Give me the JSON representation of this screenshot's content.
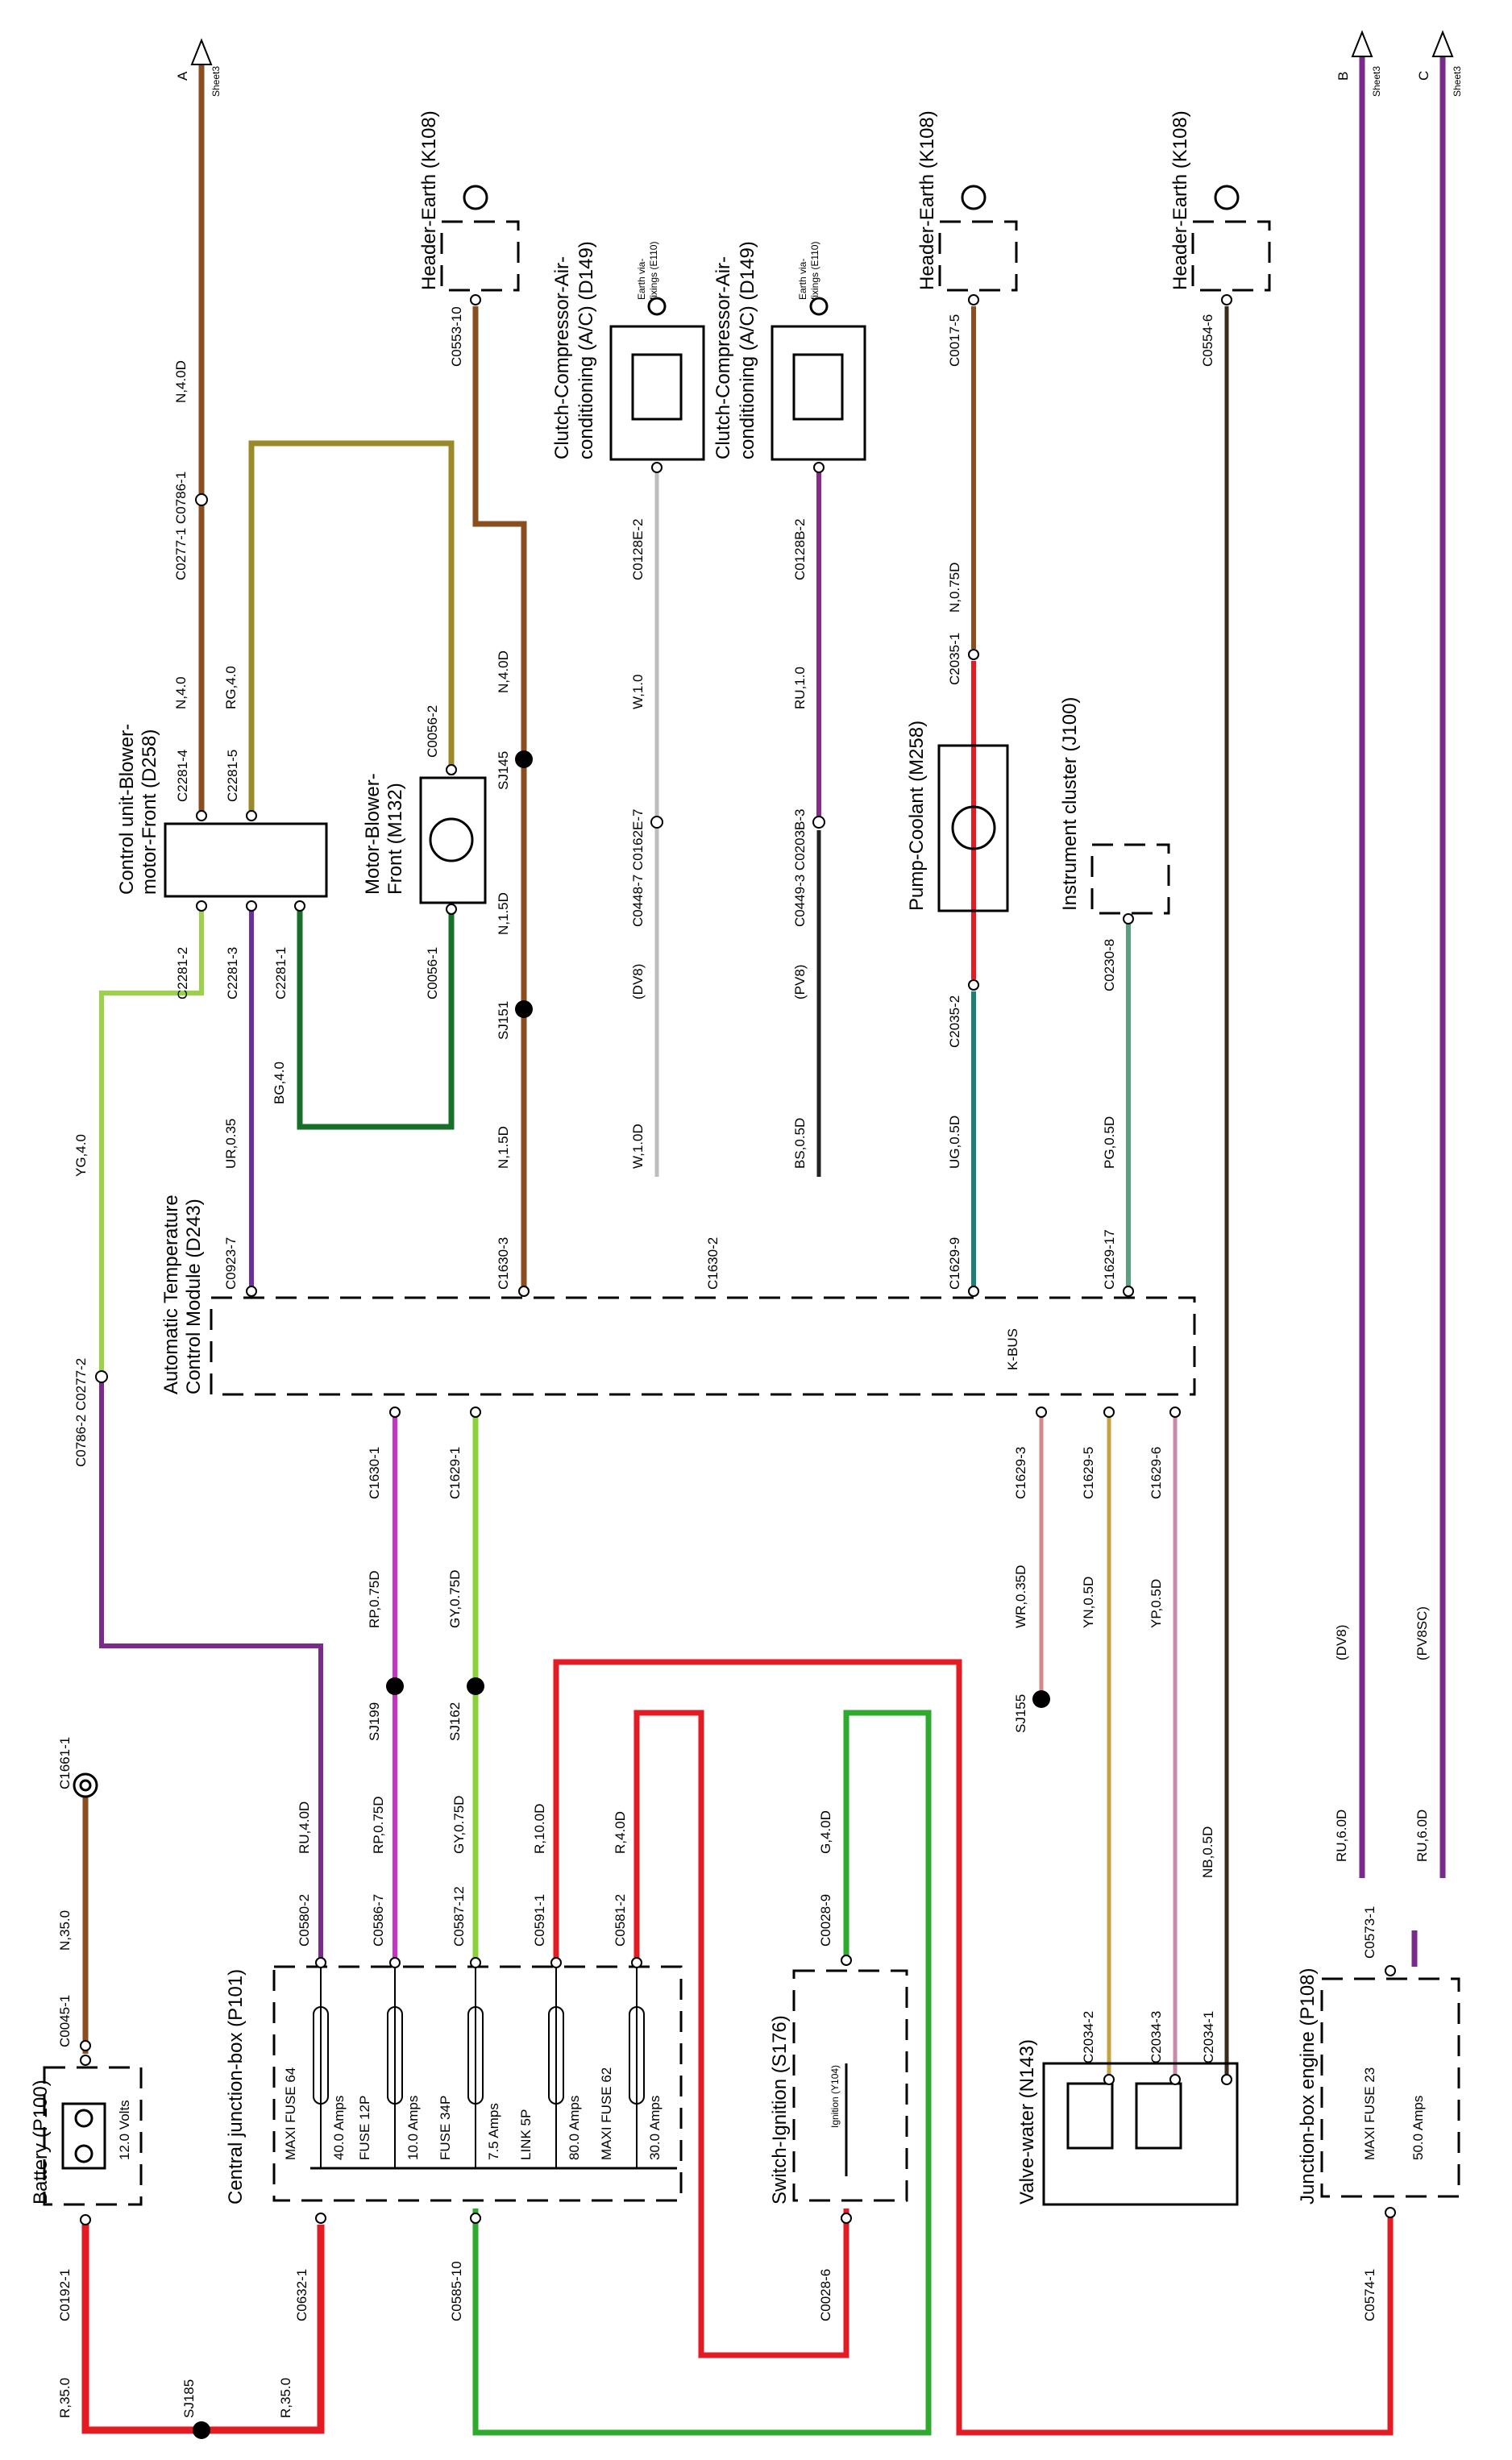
{
  "colors": {
    "red": "#e31b23",
    "brown": "#8b4e1e",
    "green": "#2eaa2e",
    "dkgreen": "#176f2a",
    "purple": "#7a2a8a",
    "violet": "#6b2fa0",
    "magenta": "#c832c8",
    "lime": "#8ad23a",
    "yg": "#9bd24a",
    "olive": "#9a8a28",
    "gray": "#bdbdbd",
    "black": "#222222",
    "teal": "#1c7f7a",
    "pgreen": "#5aa080",
    "pink": "#d48a8a",
    "tan": "#c8a040",
    "rose": "#c88aa8",
    "dkbrown": "#3a2a1a"
  },
  "offsheet": [
    {
      "letter": "A",
      "sheet": "Sheet3"
    },
    {
      "letter": "B",
      "sheet": "Sheet3"
    },
    {
      "letter": "C",
      "sheet": "Sheet3"
    }
  ],
  "components": {
    "battery": {
      "name": "Battery (P100)",
      "volts": "12.0 Volts",
      "c1": "C0192-1",
      "c2": "C0045-1",
      "earth": "C1661-1"
    },
    "cjb": {
      "name": "Central junction-box (P101)",
      "fuses": [
        {
          "name": "MAXI FUSE 64",
          "amps": "40.0 Amps",
          "conn": "C0580-2",
          "wire": "RU,4.0D"
        },
        {
          "name": "FUSE 12P",
          "amps": "10.0 Amps",
          "conn": "C0586-7",
          "wire": "RP,0.75D"
        },
        {
          "name": "FUSE 34P",
          "amps": "7.5 Amps",
          "conn": "C0587-12",
          "wire": "GY,0.75D"
        },
        {
          "name": "LINK 5P",
          "amps": "80.0 Amps",
          "conn": "C0591-1",
          "wire": "R,10.0D"
        },
        {
          "name": "MAXI FUSE 62",
          "amps": "30.0 Amps",
          "conn": "C0581-2",
          "wire": "R,4.0D"
        }
      ],
      "in1": "C0632-1",
      "in2": "C0585-10"
    },
    "ignition": {
      "name": "Switch-Ignition (S176)",
      "inner": "Ignition (Y104)",
      "c_top": "C0028-9",
      "c_bot": "C0028-6",
      "wire": "G,4.0D"
    },
    "valve": {
      "name": "Valve-water (N143)",
      "c1": "C2034-2",
      "c2": "C2034-3",
      "c3": "C2034-1"
    },
    "jbe": {
      "name": "Junction-box engine (P108)",
      "fuse": "MAXI FUSE 23",
      "amps": "50.0 Amps",
      "c_top": "C0573-1",
      "c_bot": "C0574-1"
    },
    "atc": {
      "name1": "Automatic Temperature",
      "name2": "Control Module (D243)",
      "kbus": "K-BUS"
    },
    "blower_ctrl": {
      "name1": "Control unit-Blower-",
      "name2": "motor-Front (D258)",
      "pins": [
        "C2281-4",
        "C2281-5",
        "C2281-2",
        "C2281-3",
        "C2281-1"
      ]
    },
    "blower_motor": {
      "name1": "Motor-Blower-",
      "name2": "Front (M132)",
      "c_top": "C0056-2",
      "c_bot": "C0056-1"
    },
    "clutch_dv8": {
      "name1": "Clutch-Compressor-Air-",
      "name2": "conditioning (A/C) (D149)",
      "earth": "Earth via-",
      "earth2": "fixings (E110)",
      "conn": "C0128E-2",
      "wire": "W,1.0",
      "inline": "C0448-7 C0162E-7",
      "var": "(DV8)",
      "wire2": "W,1.0D"
    },
    "clutch_pv8": {
      "name1": "Clutch-Compressor-Air-",
      "name2": "conditioning (A/C) (D149)",
      "earth": "Earth via-",
      "earth2": "fixings (E110)",
      "conn": "C0128B-2",
      "wire": "RU,1.0",
      "inline": "C0449-3 C0203B-3",
      "var": "(PV8)",
      "wire2": "BS,0.5D"
    },
    "pump": {
      "name": "Pump-Coolant (M258)",
      "c_top": "C2035-1",
      "c_bot": "C2035-2",
      "wire_top": "N,0.75D",
      "wire_bot": "UG,0.5D"
    },
    "cluster": {
      "name": "Instrument cluster (J100)",
      "conn": "C0230-8",
      "wire": "PG,0.5D"
    },
    "earths": [
      {
        "name": "Header-Earth (K108)",
        "conn": "C0553-10"
      },
      {
        "name": "Header-Earth (K108)",
        "conn": "C0017-5"
      },
      {
        "name": "Header-Earth (K108)",
        "conn": "C0554-6"
      }
    ]
  },
  "labels": {
    "t_r35a": "R,35.0",
    "t_r35b": "R,35.0",
    "t_sj185": "SJ185",
    "t_n35": "N,35.0",
    "t_ru4": "RU,4.0D",
    "t_rp075": "RP,0.75D",
    "t_gy075": "GY,0.75D",
    "t_r10": "R,10.0D",
    "t_r4": "R,4.0D",
    "t_sj199": "SJ199",
    "t_sj162": "SJ162",
    "t_rp075b": "RP,0.75D",
    "t_gy075b": "GY,0.75D",
    "t_c1630_1": "C1630-1",
    "t_c1629_1": "C1629-1",
    "t_c0786_2": "C0786-2 C0277-2",
    "t_yg4": "YG,4.0",
    "t_c0923": "C0923-7",
    "t_ur035": "UR,0.35",
    "t_bg4": "BG,4.0",
    "t_n15a": "N,1.5D",
    "t_n15b": "N,1.5D",
    "t_sj151": "SJ151",
    "t_sj145": "SJ145",
    "t_n4a": "N,4.0D",
    "t_c1630_3": "C1630-3",
    "t_c1630_2": "C1630-2",
    "t_c1629_9": "C1629-9",
    "t_c1629_17": "C1629-17",
    "t_c1629_3": "C1629-3",
    "t_c1629_5": "C1629-5",
    "t_c1629_6": "C1629-6",
    "t_wr035": "WR,0.35D",
    "t_sj155": "SJ155",
    "t_yn05": "YN,0.5D",
    "t_yp05": "YP,0.5D",
    "t_nb05": "NB,0.5D",
    "t_n4b": "N,4.0",
    "t_rg4": "RG,4.0",
    "t_c0277_1": "C0277-1 C0786-1",
    "t_n40d": "N,4.0D",
    "t_dv8": "(DV8)",
    "t_pv8sc": "(PV8SC)",
    "t_ru6a": "RU,6.0D",
    "t_ru6b": "RU,6.0D"
  }
}
